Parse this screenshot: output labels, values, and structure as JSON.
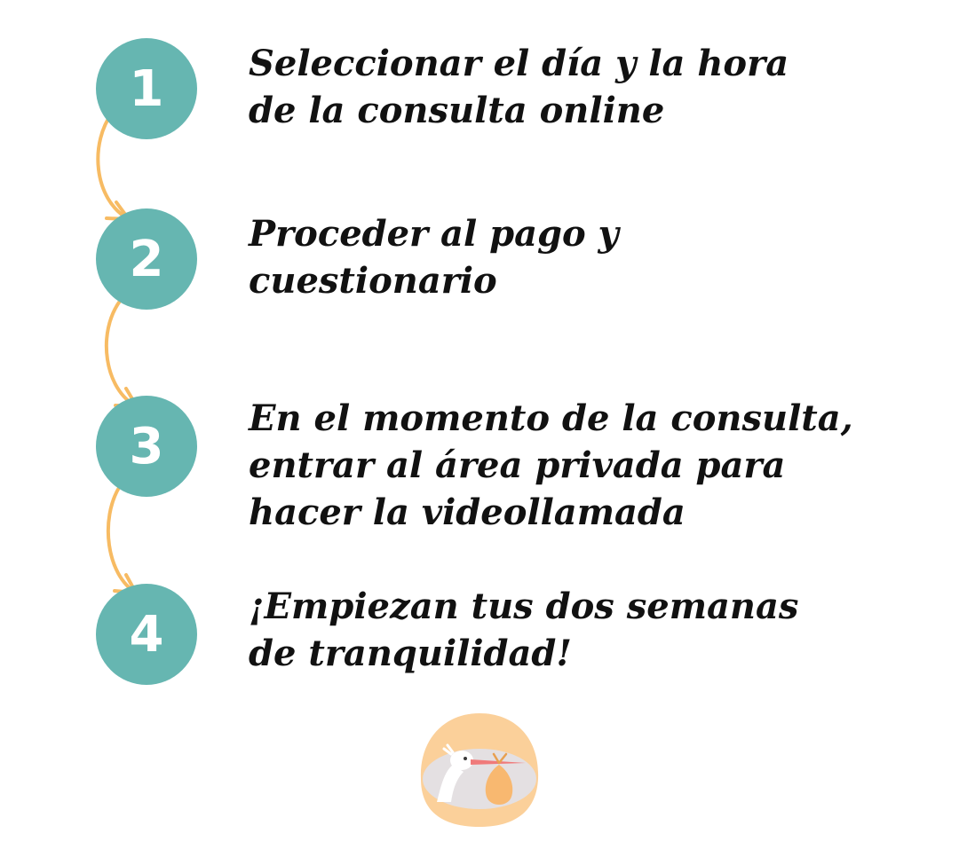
{
  "steps": [
    {
      "number": "1",
      "lines": [
        "Seleccionar el día y la hora",
        "de la consulta online"
      ]
    },
    {
      "number": "2",
      "lines": [
        "Proceder al pago y",
        "cuestionario"
      ]
    },
    {
      "number": "3",
      "lines": [
        "En el momento de la consulta,",
        "entrar al área privada para",
        "hacer la videollamada"
      ]
    },
    {
      "number": "4",
      "lines": [
        "¡Empiezan tus dos semanas",
        "de tranquilidad!"
      ]
    }
  ],
  "colors": {
    "circle": "#66b6b1",
    "arrow": "#f7bb63",
    "text": "#111111"
  },
  "logo": {
    "icon": "stork-carrying-bundle-icon"
  }
}
